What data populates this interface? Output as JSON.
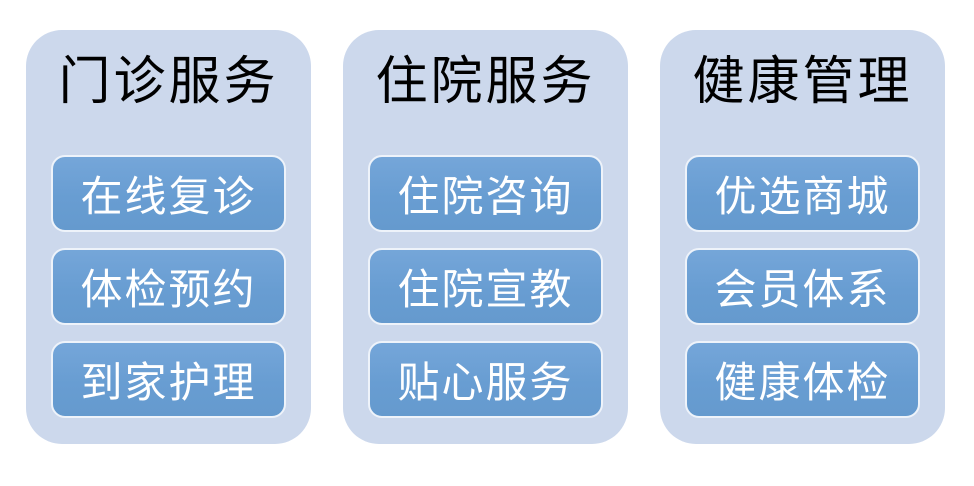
{
  "colors": {
    "page_bg": "#ffffff",
    "panel_bg": "#ccd8ec",
    "button_bg": "#6b9fd3",
    "button_border": "#eef3fa",
    "title_text": "#000000",
    "button_text": "#ffffff"
  },
  "panels": [
    {
      "title": "门诊服务",
      "items": [
        "在线复诊",
        "体检预约",
        "到家护理"
      ]
    },
    {
      "title": "住院服务",
      "items": [
        "住院咨询",
        "住院宣教",
        "贴心服务"
      ]
    },
    {
      "title": "健康管理",
      "items": [
        "优选商城",
        "会员体系",
        "健康体检"
      ]
    }
  ]
}
